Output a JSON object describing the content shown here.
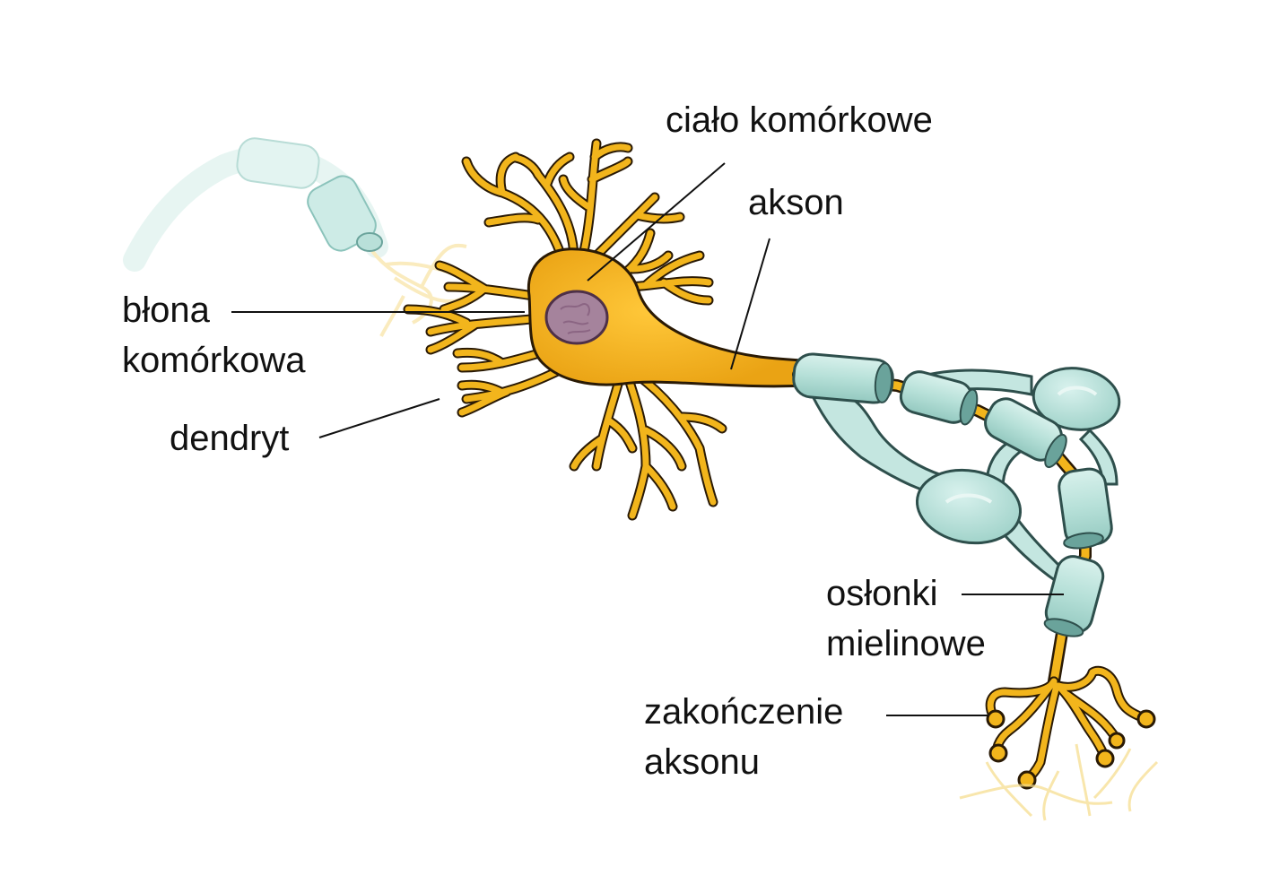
{
  "labels": {
    "cell_body": "ciało komórkowe",
    "axon": "akson",
    "cell_membrane": [
      "błona",
      "komórkowa"
    ],
    "dendrite": "dendryt",
    "myelin_sheaths": [
      "osłonki",
      "mielinowe"
    ],
    "axon_terminal": [
      "zakończenie",
      "aksonu"
    ]
  },
  "colors": {
    "neuron_fill": "#f2b51c",
    "neuron_outline": "#2a1a05",
    "nucleus": "#a5839c",
    "myelin_fill": "#bfe5de",
    "myelin_outline": "#4a7d78",
    "leader_line": "#111111",
    "faded_neuron": "#f6dc8a"
  }
}
